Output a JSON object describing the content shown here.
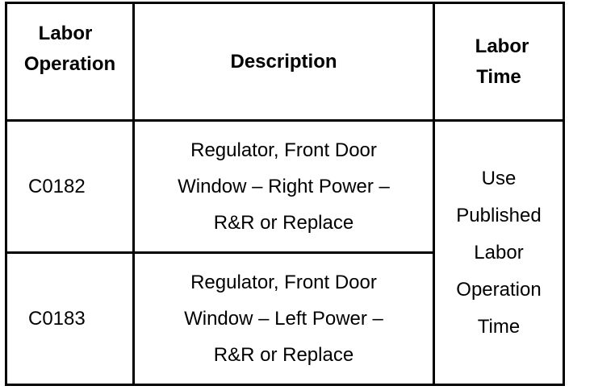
{
  "table": {
    "headers": {
      "labor_operation": [
        "Labor",
        "Operation"
      ],
      "description": "Description",
      "labor_time": [
        "Labor",
        "Time"
      ]
    },
    "rows": [
      {
        "code": "C0182",
        "description": [
          "Regulator, Front Door",
          "Window – Right Power –",
          "R&R or Replace"
        ]
      },
      {
        "code": "C0183",
        "description": [
          "Regulator, Front Door",
          "Window – Left Power –",
          "R&R or Replace"
        ]
      }
    ],
    "labor_time_value": [
      "Use",
      "Published",
      "Labor",
      "Operation",
      "Time"
    ]
  }
}
